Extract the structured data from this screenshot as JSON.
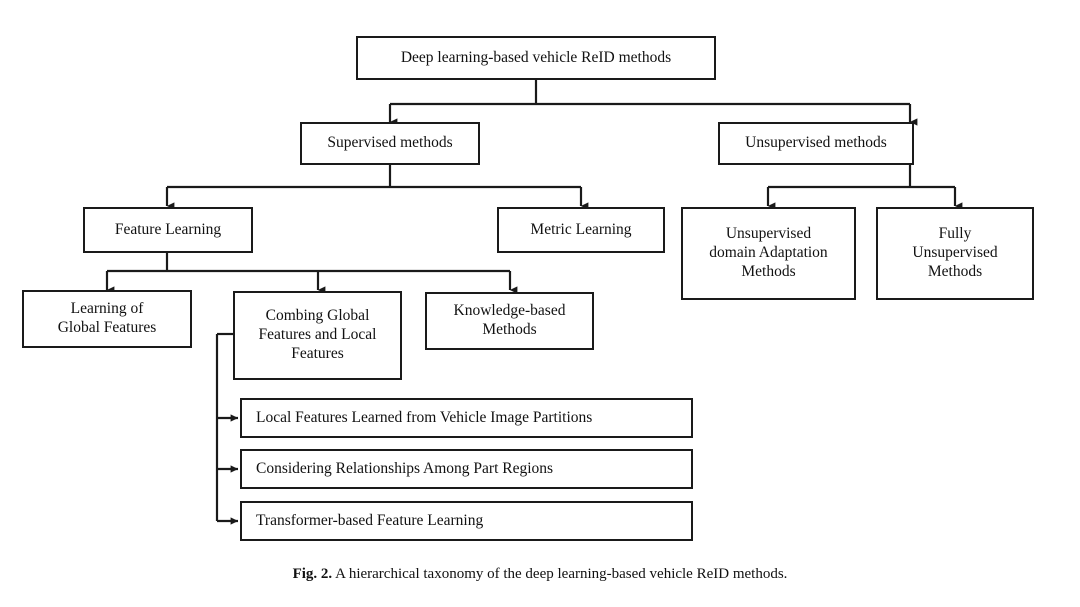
{
  "figure": {
    "caption_label": "Fig. 2.",
    "caption_text": " A hierarchical taxonomy of the deep learning-based vehicle ReID methods."
  },
  "colors": {
    "stroke": "#1a1a1a",
    "background": "#ffffff",
    "text": "#111111"
  },
  "diagram": {
    "type": "hierarchical-tree",
    "root": "Deep learning-based vehicle ReID methods",
    "nodes": {
      "root": {
        "label": "Deep learning-based vehicle ReID methods"
      },
      "supervised": {
        "label": "Supervised methods"
      },
      "unsupervised": {
        "label": "Unsupervised methods"
      },
      "feature_learning": {
        "label": "Feature Learning"
      },
      "metric_learning": {
        "label": "Metric Learning"
      },
      "uda": {
        "label": "Unsupervised\ndomain Adaptation\nMethods"
      },
      "fully_unsup": {
        "label": "Fully\nUnsupervised\nMethods"
      },
      "global_features": {
        "label": "Learning of\nGlobal Features"
      },
      "combing": {
        "label": "Combing Global\nFeatures and Local\nFeatures"
      },
      "knowledge": {
        "label": "Knowledge-based\nMethods"
      },
      "partitions": {
        "label": "Local Features Learned from Vehicle Image Partitions"
      },
      "relationships": {
        "label": "Considering Relationships Among Part Regions"
      },
      "transformer": {
        "label": "Transformer-based Feature Learning"
      }
    },
    "edges": [
      {
        "from": "root",
        "to": "supervised"
      },
      {
        "from": "root",
        "to": "unsupervised"
      },
      {
        "from": "supervised",
        "to": "feature_learning"
      },
      {
        "from": "supervised",
        "to": "metric_learning"
      },
      {
        "from": "unsupervised",
        "to": "uda"
      },
      {
        "from": "unsupervised",
        "to": "fully_unsup"
      },
      {
        "from": "feature_learning",
        "to": "global_features"
      },
      {
        "from": "feature_learning",
        "to": "combing"
      },
      {
        "from": "feature_learning",
        "to": "knowledge"
      },
      {
        "from": "combing",
        "to": "partitions"
      },
      {
        "from": "combing",
        "to": "relationships"
      },
      {
        "from": "combing",
        "to": "transformer"
      }
    ]
  }
}
